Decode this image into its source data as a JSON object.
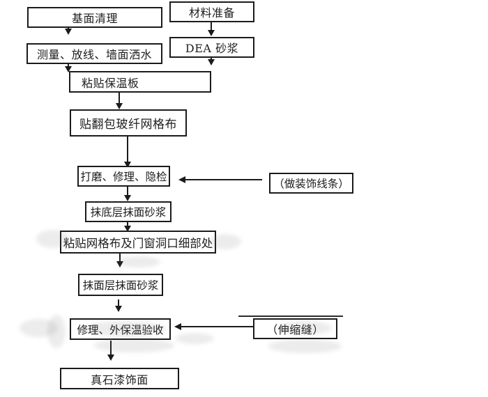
{
  "diagram": {
    "background_color": "#ffffff",
    "line_color": "#1b1b1b",
    "nodes": {
      "base_clean": {
        "label": "基面清理"
      },
      "material_prep": {
        "label": "材料准备"
      },
      "measure": {
        "label": "测量、放线、墙面洒水"
      },
      "dea_mortar": {
        "label": "DEA 砂浆"
      },
      "paste_board": {
        "label": "粘贴保温板"
      },
      "mesh_wrap": {
        "label": "贴翻包玻纤网格布"
      },
      "polish": {
        "label": "打磨、修理、隐检"
      },
      "decor_lines": {
        "label": "（做装饰线条）"
      },
      "base_coat": {
        "label": "抹底层抹面砂浆"
      },
      "mesh_detail": {
        "label": "粘贴网格布及门窗洞口细部处"
      },
      "finish_coat": {
        "label": "抹面层抹面砂浆"
      },
      "repair_accept": {
        "label": "修理、外保温验收"
      },
      "expansion_joint": {
        "label": "（伸缩缝）"
      },
      "stone_paint": {
        "label": "真石漆饰面"
      }
    }
  }
}
